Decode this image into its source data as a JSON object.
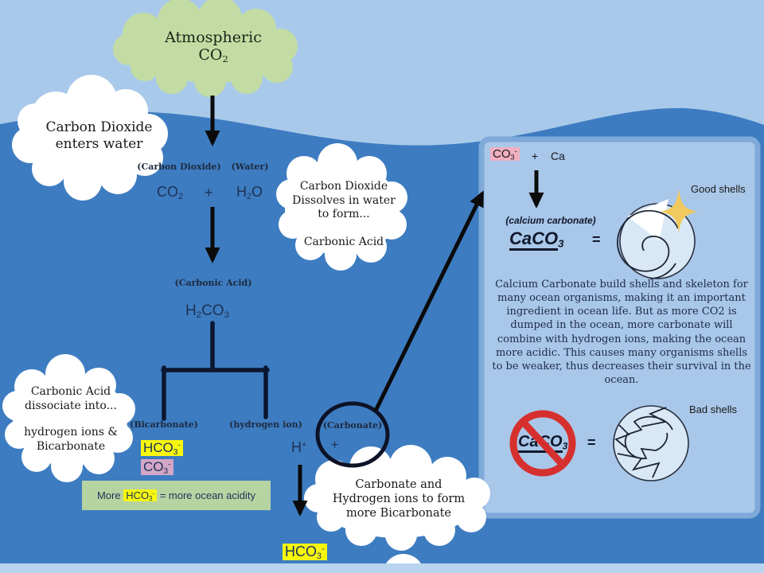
{
  "colors": {
    "sky": "#a9c9ea",
    "ocean": "#3d7cc1",
    "bottom_strip": "#b8d4ee",
    "panel_fill": "#a9c7e8",
    "panel_border": "#7ea9d9",
    "green_cloud": "#c3dca3",
    "green_box": "#b6d3a2",
    "yellow_highlight": "#f7f70e",
    "purple_highlight": "#d4a6c8",
    "pink_highlight": "#f1b0c2",
    "red_prohibition": "#d6302e",
    "sparkle_gold": "#f2c95e",
    "text_navy": "#1e3256",
    "arrow_black": "#0b0b0b"
  },
  "icons": {
    "down_arrow": "black down arrow",
    "diagonal_arrow": "black arrow to panel",
    "sparkle": "four-point gold star",
    "prohibition": "red no-symbol over CaCO3",
    "good_shell": "spiral shell drawing",
    "bad_shell": "cracked shell drawing"
  },
  "atmosphere_cloud": {
    "line1": "Atmospheric",
    "co2": {
      "base": "CO",
      "sub": "2"
    }
  },
  "clouds": {
    "enters_water": {
      "line1": "Carbon Dioxide",
      "line2": "enters water"
    },
    "dissolves": {
      "line1": "Carbon Dioxide",
      "line2": "Dissolves in water",
      "line3": "to form...",
      "line4": "Carbonic Acid"
    },
    "dissociate": {
      "line1": "Carbonic Acid",
      "line2": "dissociate into...",
      "line3": "hydrogen ions &",
      "line4": "Bicarbonate"
    },
    "combine": {
      "line1": "Carbonate and",
      "line2": "Hydrogen ions to form",
      "line3": "more Bicarbonate"
    }
  },
  "equation1": {
    "label_co2": "(Carbon Dioxide)",
    "label_h2o": "(Water)",
    "co2": {
      "base": "CO",
      "sub": "2"
    },
    "plus": "+",
    "h2o": {
      "pre": "H",
      "sub": "2",
      "post": "O"
    }
  },
  "carbonic": {
    "label": "(Carbonic Acid)",
    "formula": {
      "pre": "H",
      "sub1": "2",
      "mid": "CO",
      "sub2": "3"
    }
  },
  "branch": {
    "bicarbonate_label": "(Bicarbonate)",
    "hydrogen_label": "(hydrogen ion)",
    "carbonate_label": "(Carbonate)",
    "hco3": {
      "base": "HCO",
      "sub": "3",
      "sup": "-"
    },
    "co3": {
      "base": "CO",
      "sub": "3",
      "sup": "-"
    },
    "hplus": {
      "base": "H",
      "sup": "+"
    },
    "plus": "+"
  },
  "acidity_box": {
    "prefix": "More",
    "hco3": {
      "base": "HCO",
      "sub": "3",
      "sup": "-"
    },
    "suffix": "= more ocean acidity"
  },
  "bottom_hco3": {
    "base": "HCO",
    "sub": "3",
    "sup": "-"
  },
  "panel": {
    "co3": {
      "base": "CO",
      "sub": "3",
      "sup": "-"
    },
    "plus": "+",
    "ca": "Ca",
    "calcium_label": "(calcium carbonate)",
    "caco3_good": {
      "base": "CaCO",
      "sub": "3"
    },
    "equals_good": "=",
    "good_shells": "Good shells",
    "paragraph": "Calcium Carbonate build shells and skeleton for many ocean organisms, making it an important ingredient in ocean life. But as more CO2 is dumped in the ocean, more carbonate will combine with hydrogen ions, making the ocean more acidic. This causes many organisms shells to be weaker, thus decreases their survival  in the ocean.",
    "caco3_bad": {
      "base": "CaCO",
      "sub": "3"
    },
    "equals_bad": "=",
    "bad_shells": "Bad shells"
  }
}
